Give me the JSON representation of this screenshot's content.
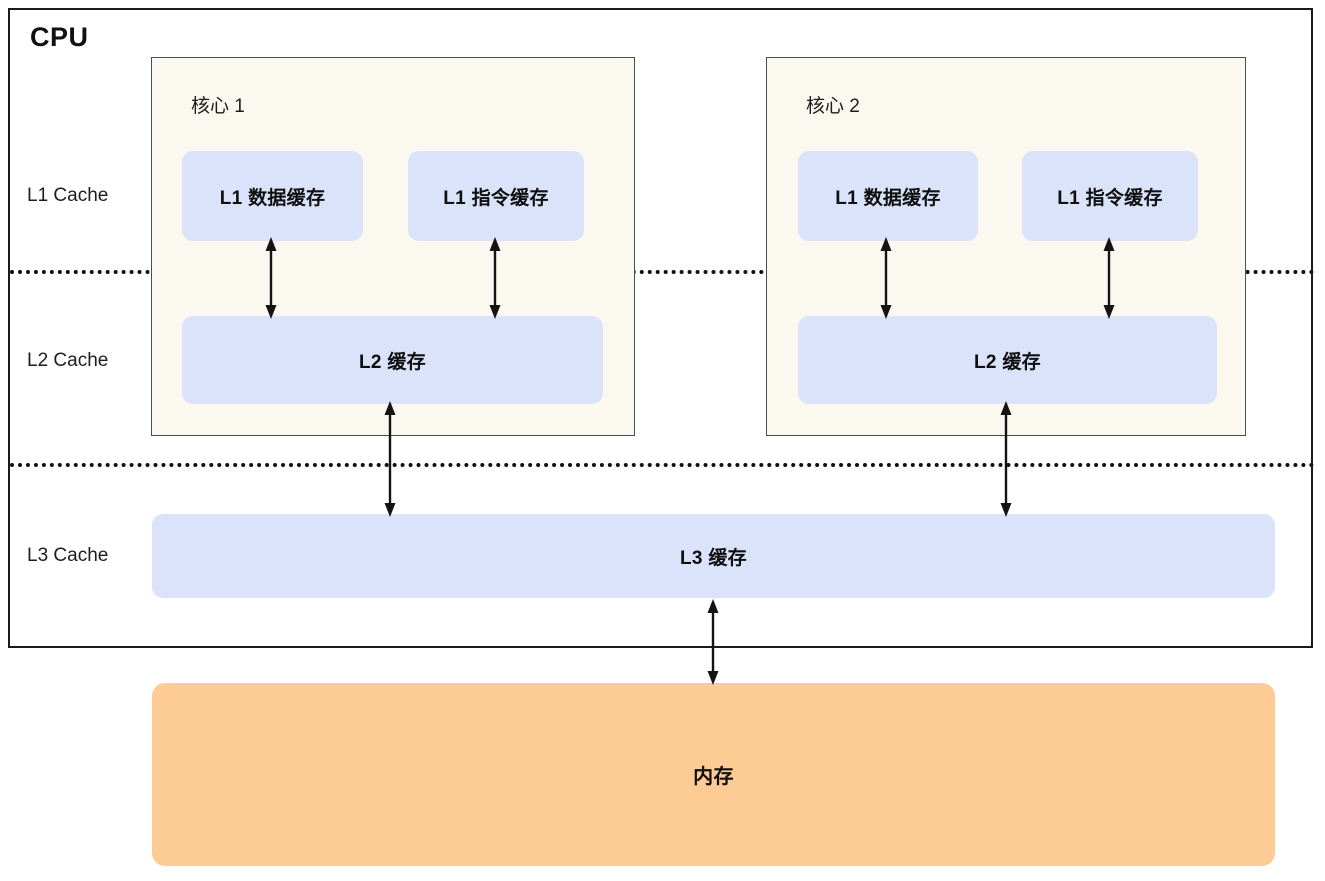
{
  "cpu": {
    "title": "CPU",
    "border_color": "#1a1a1a"
  },
  "tiers": {
    "l1_label": "L1 Cache",
    "l2_label": "L2 Cache",
    "l3_label": "L3 Cache"
  },
  "cores": [
    {
      "title": "核心 1",
      "bg_color": "#faf8ef",
      "l1_data": "L1 数据缓存",
      "l1_instruction": "L1 指令缓存",
      "l2": "L2 缓存"
    },
    {
      "title": "核心 2",
      "bg_color": "#faf8ef",
      "l1_data": "L1 数据缓存",
      "l1_instruction": "L1 指令缓存",
      "l2": "L2 缓存"
    }
  ],
  "l3": {
    "label": "L3 缓存",
    "color": "#dae3fa"
  },
  "memory": {
    "label": "内存",
    "color": "#fccc94"
  },
  "colors": {
    "cache_blue": "#dae3fa",
    "core_cream": "#faf8ef",
    "memory_orange": "#fccc94",
    "stroke_black": "#141414"
  }
}
